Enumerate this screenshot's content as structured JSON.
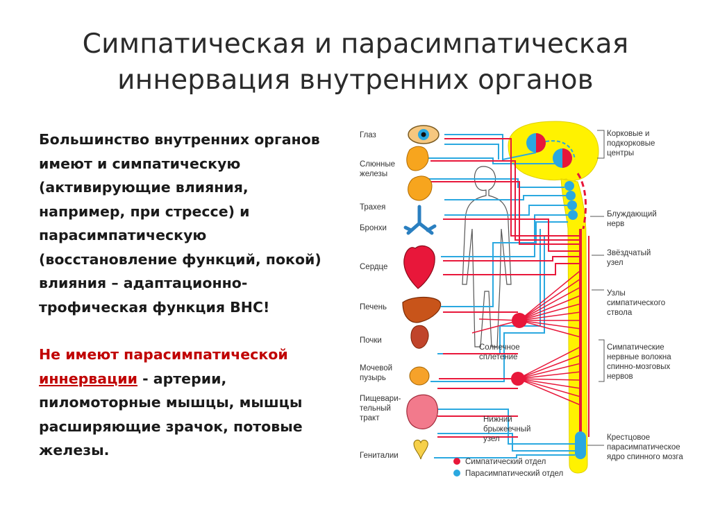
{
  "title": {
    "line1": "Симпатическая и парасимпатическая",
    "line2": "иннервация внутренних органов"
  },
  "body": {
    "lines": [
      "Большинство внутренних органов",
      "имеют и симпатическую",
      "(активирующие влияния,",
      "например, при стрессе) и",
      "парасимпатическую",
      "(восстановление функций, покой)",
      "влияния – адаптационно-",
      "трофическая функция ВНС!"
    ],
    "red_line1": "Не имеют парасимпатической",
    "red_line2_underlined": "иннервации",
    "rest_line2": " - артерии,",
    "rest_lines": [
      "пиломоторные мышцы,  мышцы",
      "расширяющие зрачок, потовые",
      "железы."
    ]
  },
  "diagram": {
    "organ_labels": {
      "eye": "Глаз",
      "salivary1": "Слюнные",
      "salivary2": "железы",
      "trachea": "Трахея",
      "bronchi": "Бронхи",
      "heart": "Сердце",
      "liver": "Печень",
      "kidneys": "Почки",
      "bladder1": "Мочевой",
      "bladder2": "пузырь",
      "gut1": "Пищевари-",
      "gut2": "тельный",
      "gut3": "тракт",
      "genitals": "Гениталии"
    },
    "right_labels": {
      "cortical1": "Корковые и",
      "cortical2": "подкорковые",
      "cortical3": "центры",
      "vagus1": "Блуждающий",
      "vagus2": "нерв",
      "stellate1": "Звёздчатый",
      "stellate2": "узел",
      "trunk1": "Узлы",
      "trunk2": "симпатического",
      "trunk3": "ствола",
      "fibers1": "Симпатические",
      "fibers2": "нервные волокна",
      "fibers3": "спинно-мозговых",
      "fibers4": "нервов",
      "sacral1": "Крестцовое",
      "sacral2": "парасимпатическое",
      "sacral3": "ядро спинного мозга"
    },
    "center_labels": {
      "solar1": "Солнечное",
      "solar2": "сплетение",
      "mesenteric1": "Нижний",
      "mesenteric2": "брыжеечный",
      "mesenteric3": "узел"
    },
    "legend": {
      "sympathetic": "Симпатический отдел",
      "parasympathetic": "Парасимпатический отдел"
    },
    "colors": {
      "sympathetic": "#e8173a",
      "parasympathetic": "#2aa8e0",
      "spinal_cord": "#fff200"
    }
  }
}
